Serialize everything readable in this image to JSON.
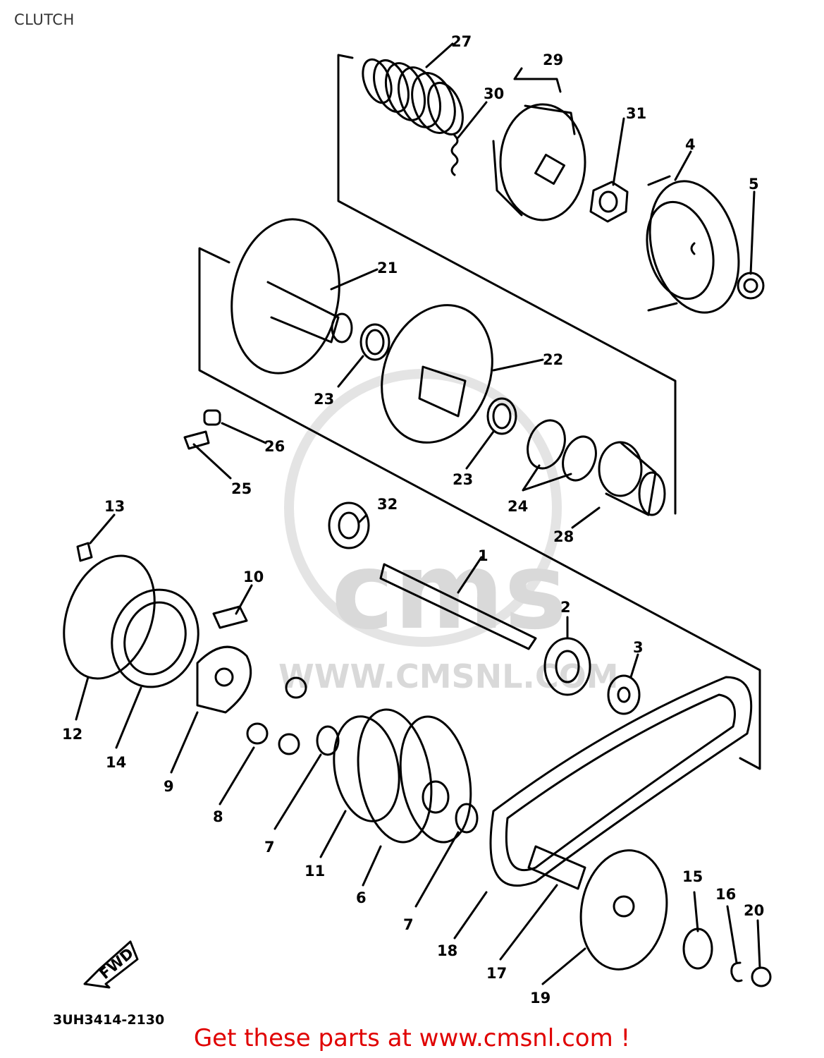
{
  "header": {
    "title": "CLUTCH"
  },
  "diagram": {
    "drawing_code": "3UH3414-2130",
    "fwd_label": "FWD",
    "watermark_text": "WWW.CMSNL.COM",
    "watermark_logo": "cms",
    "callouts": [
      "1",
      "2",
      "3",
      "4",
      "5",
      "6",
      "7",
      "7",
      "8",
      "9",
      "10",
      "11",
      "12",
      "13",
      "14",
      "15",
      "16",
      "17",
      "18",
      "19",
      "20",
      "21",
      "22",
      "23",
      "23",
      "24",
      "25",
      "26",
      "27",
      "28",
      "29",
      "30",
      "31",
      "32"
    ]
  },
  "footer": {
    "link_text": "Get these parts at www.cmsnl.com !"
  },
  "colors": {
    "link": "#e00000",
    "line": "#000000",
    "watermark": "#d9d9d9"
  }
}
